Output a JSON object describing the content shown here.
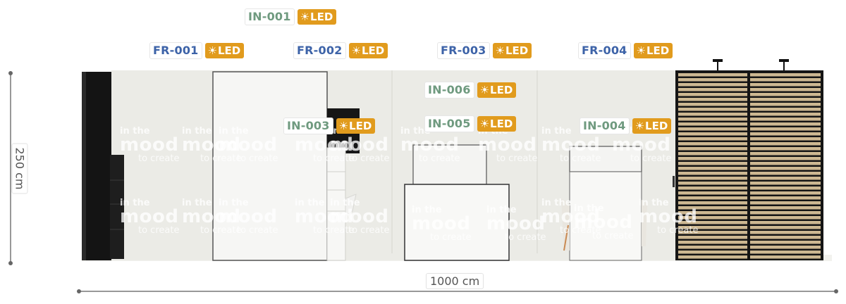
{
  "dimensions": {
    "height": "250 cm",
    "width": "1000 cm"
  },
  "led_label": "LED",
  "sun_glyph": "☀",
  "watermark": {
    "line1": "in the",
    "line2": "mood",
    "line3": "to create"
  },
  "tags": [
    {
      "code": "IN-001",
      "kind": "in"
    },
    {
      "code": "FR-001",
      "kind": "fr"
    },
    {
      "code": "FR-002",
      "kind": "fr"
    },
    {
      "code": "FR-003",
      "kind": "fr"
    },
    {
      "code": "FR-004",
      "kind": "fr"
    },
    {
      "code": "IN-006",
      "kind": "in"
    },
    {
      "code": "IN-003",
      "kind": "in"
    },
    {
      "code": "IN-005",
      "kind": "in"
    },
    {
      "code": "IN-004",
      "kind": "in"
    }
  ],
  "colors": {
    "fr": "#3d63a8",
    "in": "#6f9a7f",
    "led": "#e19b1d",
    "wood": "#cdb892"
  }
}
